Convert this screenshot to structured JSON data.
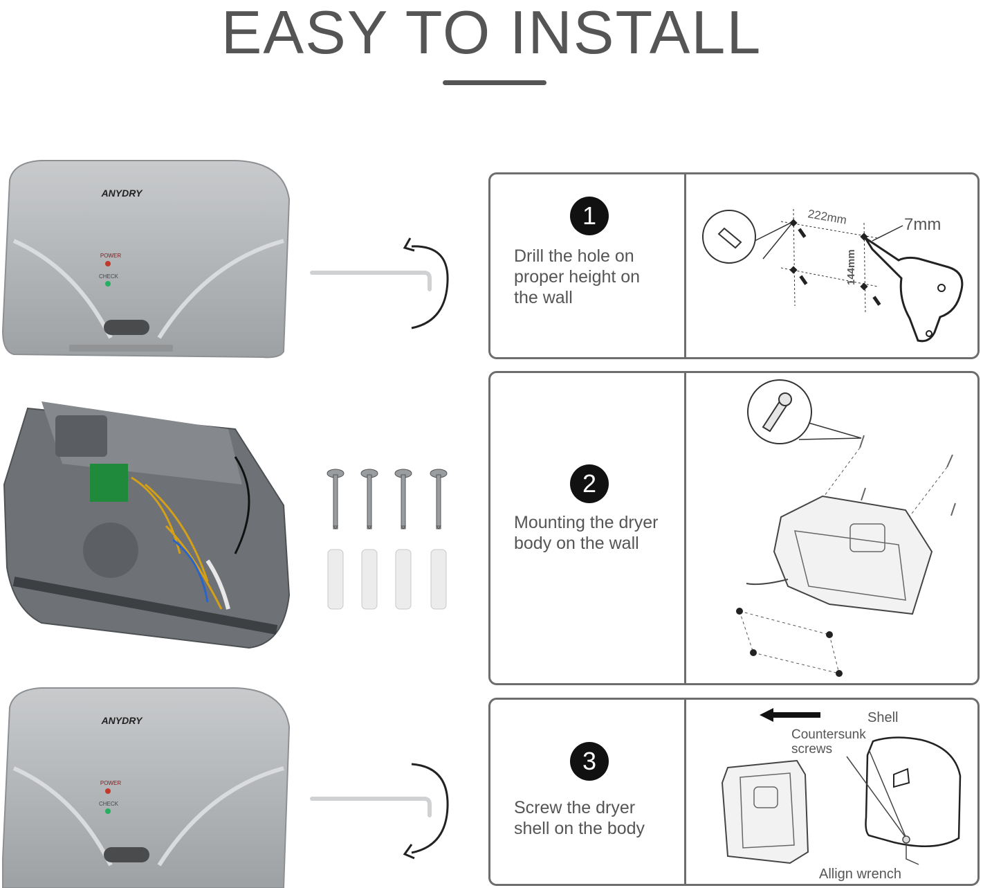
{
  "header": {
    "title": "EASY TO INSTALL"
  },
  "product": {
    "brand": "ANYDRY",
    "power_label": "POWER",
    "check_label": "CHECK"
  },
  "steps": [
    {
      "number": "1",
      "text": "Drill the hole on\nproper height on\nthe wall",
      "dim_width": "222mm",
      "dim_height": "144mm",
      "drill_bit": "7mm"
    },
    {
      "number": "2",
      "text": "Mounting the dryer\nbody on the wall"
    },
    {
      "number": "3",
      "text": "Screw the dryer\nshell on the body",
      "label_shell": "Shell",
      "label_screws": "Countersunk\nscrews",
      "label_wrench": "Allign wrench"
    }
  ],
  "colors": {
    "accent": "#111111",
    "border": "#6d6d6d",
    "title": "#555555",
    "metal": "#b9bcbf"
  }
}
